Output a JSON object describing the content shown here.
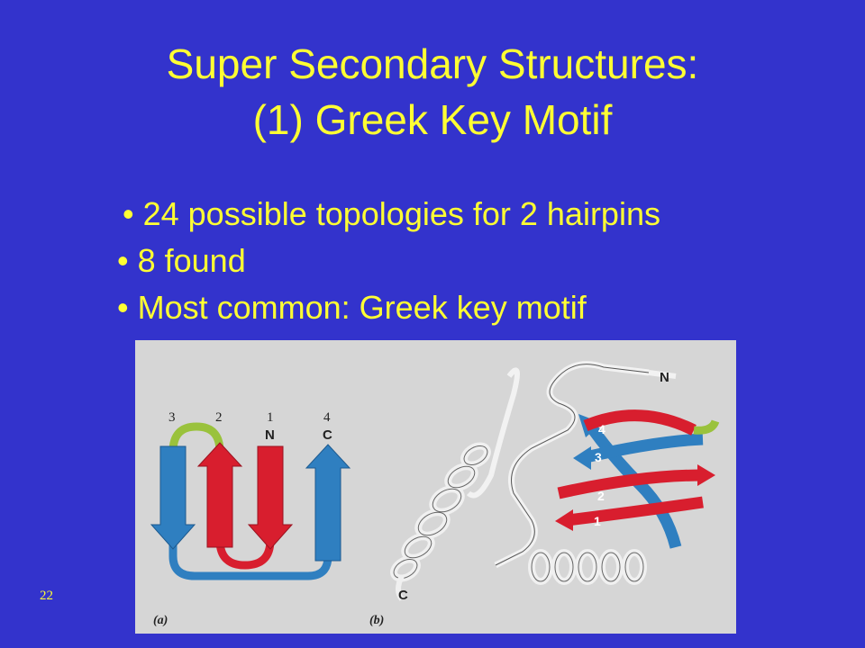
{
  "slide": {
    "title_line1": "Super Secondary Structures:",
    "title_line2": "(1) Greek Key Motif",
    "bullets": [
      "24 possible topologies for 2 hairpins",
      "8 found",
      "Most common: Greek key motif"
    ],
    "bullet_char": "•",
    "slide_number": "22"
  },
  "figure": {
    "panel_a": {
      "caption": "(a)",
      "strand_numbers": [
        "3",
        "2",
        "1",
        "4"
      ],
      "terminus_labels": [
        "N",
        "C"
      ]
    },
    "panel_b": {
      "caption": "(b)",
      "terminus_n": "N",
      "terminus_c": "C",
      "strand_labels": [
        "1",
        "2",
        "3",
        "4"
      ]
    },
    "colors": {
      "background": "#3333cc",
      "text": "#ffff33",
      "blue_strand": "#2f7fc0",
      "red_strand": "#d81e2e",
      "green_loop": "#9ac23c",
      "figure_bg": "#d6d6d6"
    }
  }
}
